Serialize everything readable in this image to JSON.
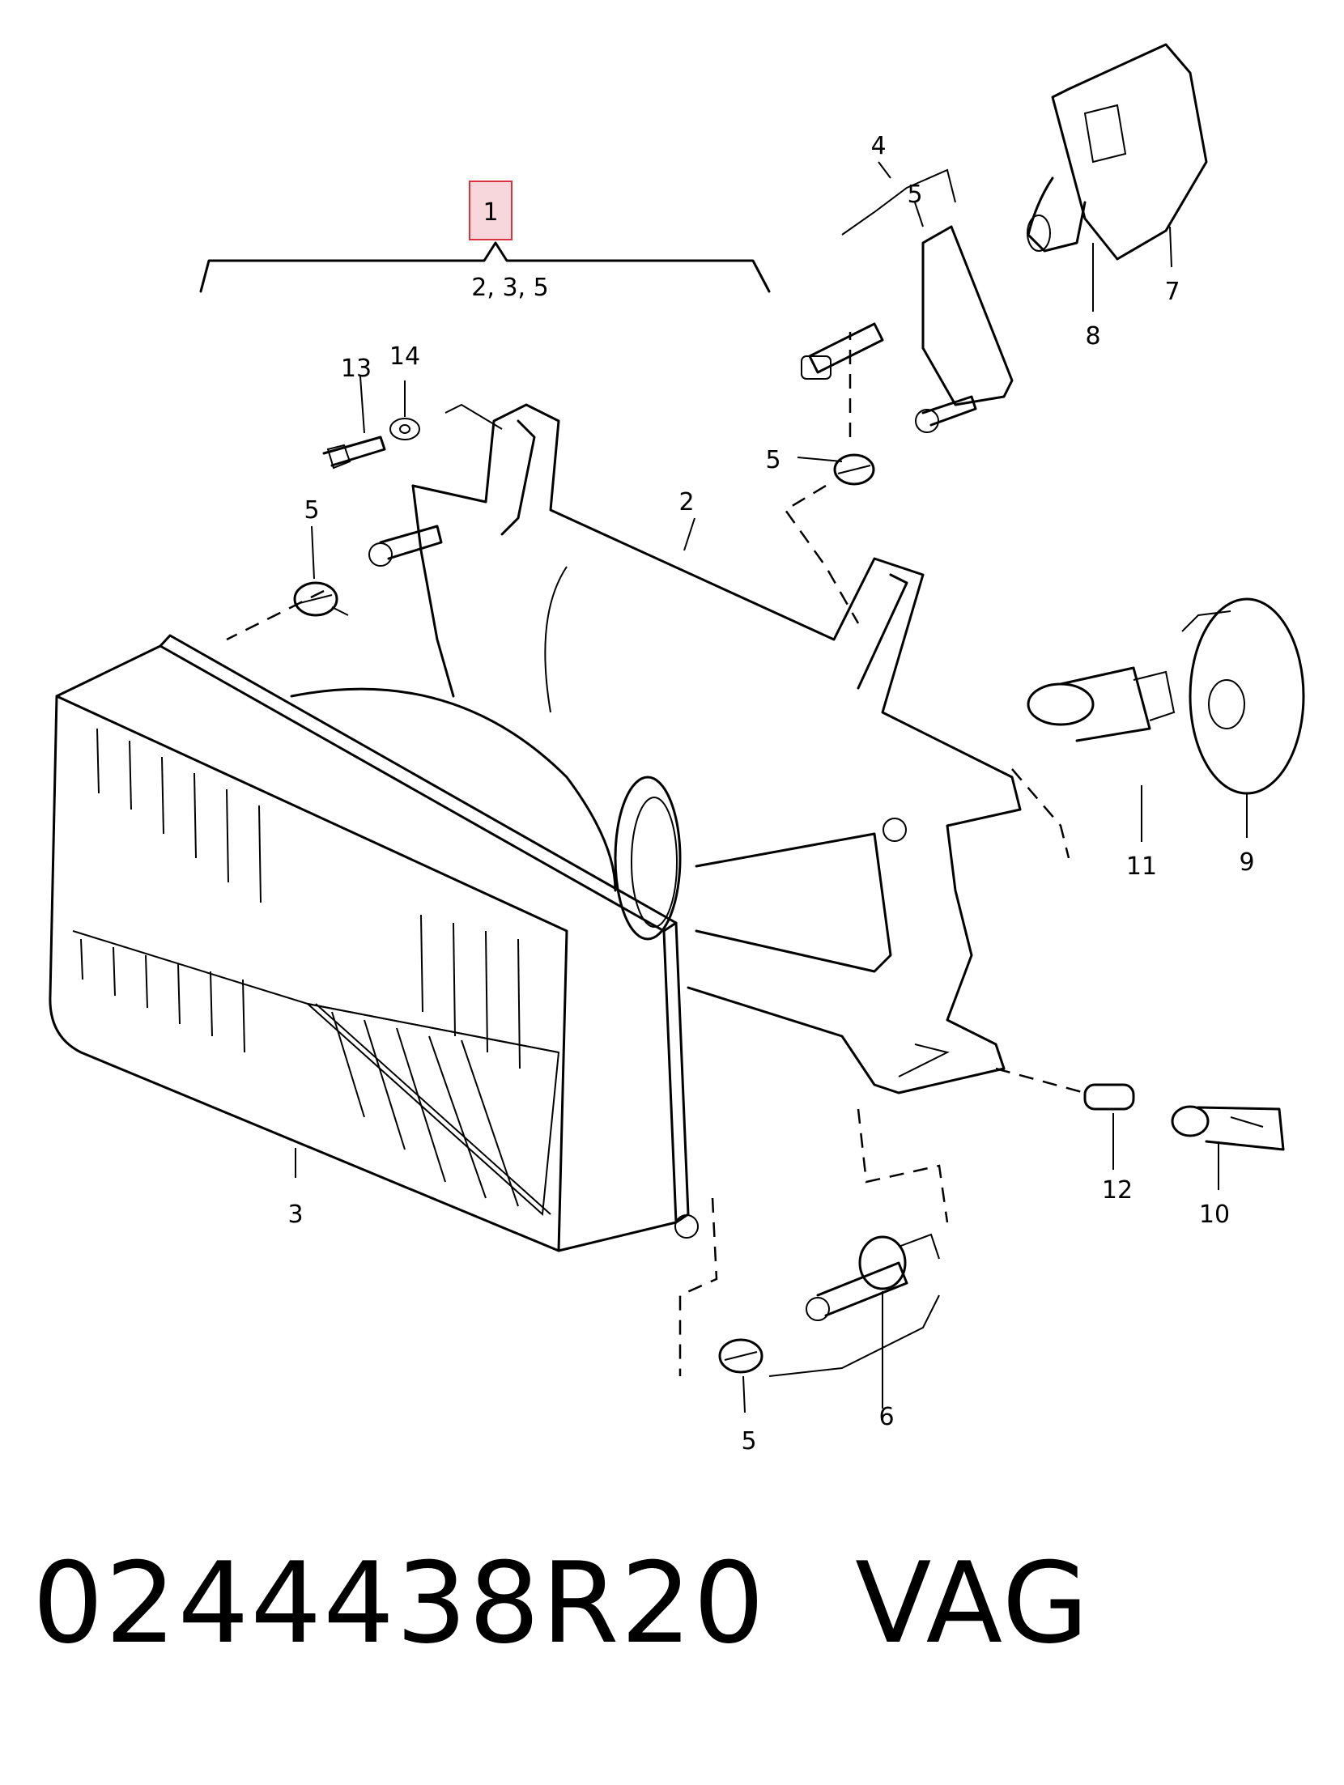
{
  "callouts": {
    "assembly": "1",
    "assembly_includes": "2, 3, 5",
    "c2": "2",
    "c3": "3",
    "c4": "4",
    "c5_top": "5",
    "c5_left": "5",
    "c5_mid": "5",
    "c5_bottom": "5",
    "c6": "6",
    "c7": "7",
    "c8": "8",
    "c9": "9",
    "c10": "10",
    "c11": "11",
    "c12": "12",
    "c13": "13",
    "c14": "14"
  },
  "footer": {
    "part_number": "0244438R20",
    "brand": "VAG"
  },
  "colors": {
    "highlight_fill": "#f8d7dc",
    "highlight_border": "#d9333f"
  }
}
